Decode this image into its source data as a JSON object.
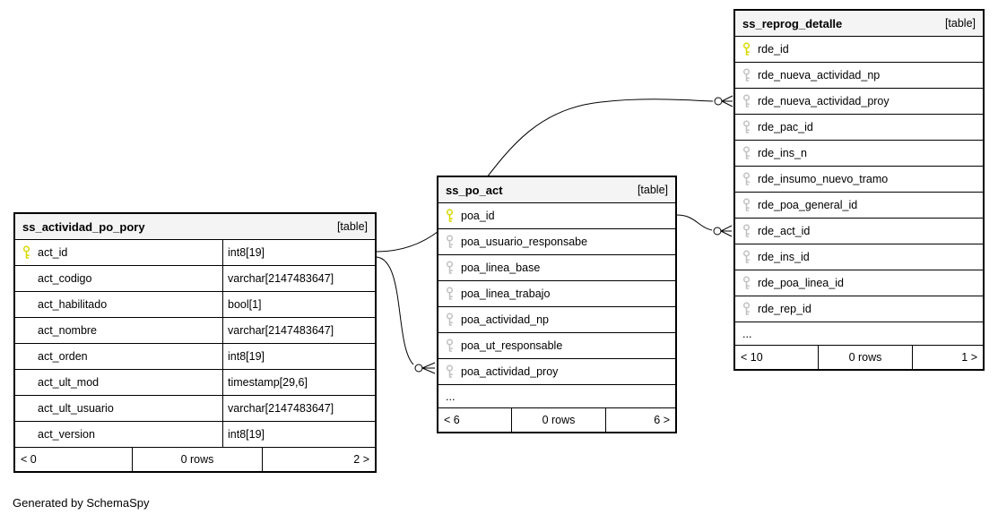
{
  "credit": "Generated by SchemaSpy",
  "colors": {
    "primary_key": "#d8d800",
    "foreign_key": "#c0c0c0",
    "header_bg": "#f4f4f4",
    "border": "#000000",
    "line": "#000000"
  },
  "tables": [
    {
      "name": "ss_actividad_po_pory",
      "tag": "[table]",
      "columns": [
        {
          "name": "act_id",
          "type": "int8[19]",
          "key": "pk"
        },
        {
          "name": "act_codigo",
          "type": "varchar[2147483647]",
          "key": ""
        },
        {
          "name": "act_habilitado",
          "type": "bool[1]",
          "key": ""
        },
        {
          "name": "act_nombre",
          "type": "varchar[2147483647]",
          "key": ""
        },
        {
          "name": "act_orden",
          "type": "int8[19]",
          "key": ""
        },
        {
          "name": "act_ult_mod",
          "type": "timestamp[29,6]",
          "key": ""
        },
        {
          "name": "act_ult_usuario",
          "type": "varchar[2147483647]",
          "key": ""
        },
        {
          "name": "act_version",
          "type": "int8[19]",
          "key": ""
        }
      ],
      "paging": {
        "left": "< 0",
        "rows": "0 rows",
        "right": "2 >"
      }
    },
    {
      "name": "ss_po_act",
      "tag": "[table]",
      "columns": [
        {
          "name": "poa_id",
          "key": "pk"
        },
        {
          "name": "poa_usuario_responsabe",
          "key": "fk"
        },
        {
          "name": "poa_linea_base",
          "key": "fk"
        },
        {
          "name": "poa_linea_trabajo",
          "key": "fk"
        },
        {
          "name": "poa_actividad_np",
          "key": "fk"
        },
        {
          "name": "poa_ut_responsable",
          "key": "fk"
        },
        {
          "name": "poa_actividad_proy",
          "key": "fk"
        },
        {
          "name": "..."
        }
      ],
      "paging": {
        "left": "< 6",
        "rows": "0 rows",
        "right": "6 >"
      }
    },
    {
      "name": "ss_reprog_detalle",
      "tag": "[table]",
      "columns": [
        {
          "name": "rde_id",
          "key": "pk"
        },
        {
          "name": "rde_nueva_actividad_np",
          "key": "fk"
        },
        {
          "name": "rde_nueva_actividad_proy",
          "key": "fk"
        },
        {
          "name": "rde_pac_id",
          "key": "fk"
        },
        {
          "name": "rde_ins_n",
          "key": "fk"
        },
        {
          "name": "rde_insumo_nuevo_tramo",
          "key": "fk"
        },
        {
          "name": "rde_poa_general_id",
          "key": "fk"
        },
        {
          "name": "rde_act_id",
          "key": "fk"
        },
        {
          "name": "rde_ins_id",
          "key": "fk"
        },
        {
          "name": "rde_poa_linea_id",
          "key": "fk"
        },
        {
          "name": "rde_rep_id",
          "key": "fk"
        },
        {
          "name": "..."
        }
      ],
      "paging": {
        "left": "< 10",
        "rows": "0 rows",
        "right": "1 >"
      }
    }
  ]
}
